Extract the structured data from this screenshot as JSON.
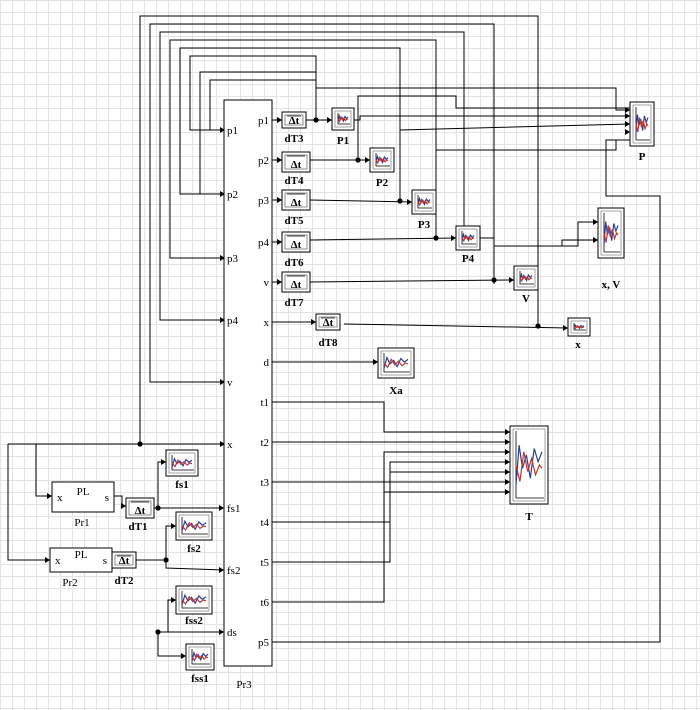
{
  "main_block": {
    "name": "Pr3",
    "left_ports": [
      "p1",
      "p2",
      "p3",
      "p4",
      "v",
      "x",
      "fs1",
      "fs2",
      "ds"
    ],
    "right_ports": [
      "p1",
      "p2",
      "p3",
      "p4",
      "v",
      "x",
      "d",
      "t1",
      "t2",
      "t3",
      "t4",
      "t5",
      "t6",
      "p5"
    ]
  },
  "pl_blocks": [
    {
      "name": "Pr1",
      "title": "PL",
      "in_port": "x",
      "out_port": "s"
    },
    {
      "name": "Pr2",
      "title": "PL",
      "in_port": "x",
      "out_port": "s"
    }
  ],
  "delay_blocks": [
    {
      "name": "dT1",
      "symbol": "Δt"
    },
    {
      "name": "dT2",
      "symbol": "Δt"
    },
    {
      "name": "dT3",
      "symbol": "Δt"
    },
    {
      "name": "dT4",
      "symbol": "Δt"
    },
    {
      "name": "dT5",
      "symbol": "Δt"
    },
    {
      "name": "dT6",
      "symbol": "Δt"
    },
    {
      "name": "dT7",
      "symbol": "Δt"
    },
    {
      "name": "dT8",
      "symbol": "Δt"
    }
  ],
  "scopes": [
    {
      "name": "fs1"
    },
    {
      "name": "fs2"
    },
    {
      "name": "fss2"
    },
    {
      "name": "fss1"
    },
    {
      "name": "P1"
    },
    {
      "name": "P2"
    },
    {
      "name": "P3"
    },
    {
      "name": "P4"
    },
    {
      "name": "V"
    },
    {
      "name": "x"
    },
    {
      "name": "Xa"
    },
    {
      "name": "P"
    },
    {
      "name": "x, V"
    },
    {
      "name": "T"
    }
  ],
  "colors": {
    "trace_red": "#c0392b",
    "trace_blue": "#2c3e9e",
    "grid": "#e4e4e4"
  }
}
